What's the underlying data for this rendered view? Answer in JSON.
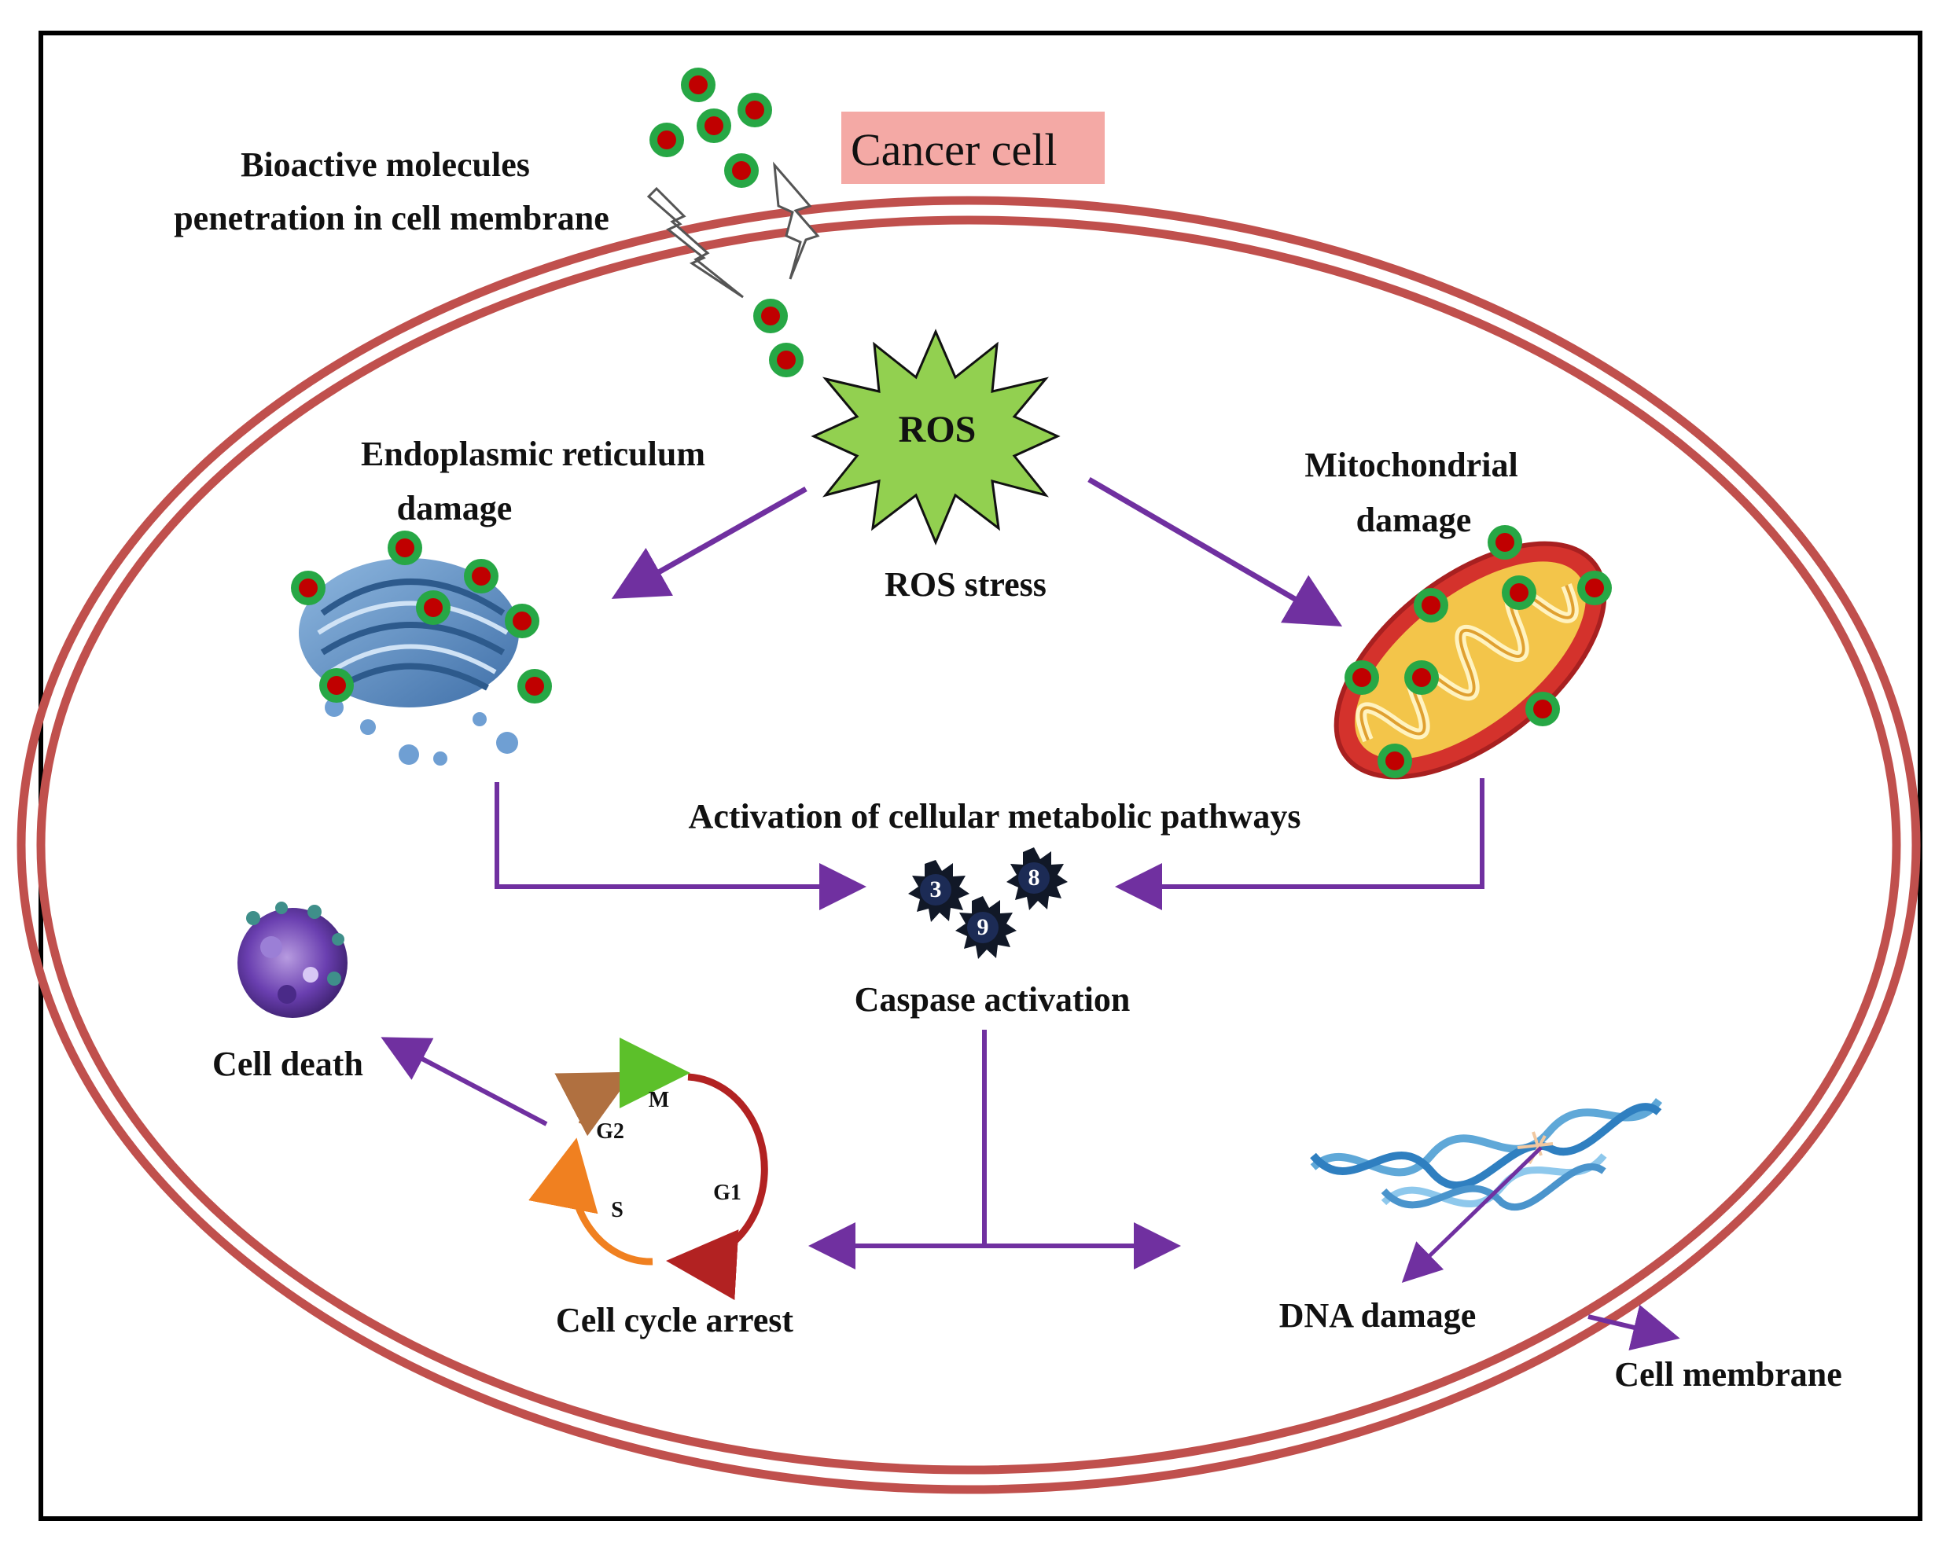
{
  "title": "Cancer cell",
  "labels": {
    "bioactive_line1": "Bioactive molecules",
    "bioactive_line2": "penetration in cell membrane",
    "ros": "ROS",
    "ros_stress": "ROS stress",
    "er_line1": "Endoplasmic reticulum",
    "er_line2": "damage",
    "mito_line1": "Mitochondrial",
    "mito_line2": "damage",
    "metabolic": "Activation of cellular metabolic pathways",
    "caspase_activation": "Caspase activation",
    "cell_death": "Cell death",
    "cell_cycle_arrest": "Cell cycle arrest",
    "dna_damage": "DNA damage",
    "cell_membrane": "Cell membrane"
  },
  "caspases": [
    "3",
    "8",
    "9"
  ],
  "cell_cycle_phases": [
    "M",
    "G1",
    "S",
    "G2"
  ],
  "colors": {
    "membrane": "#c0504d",
    "arrow": "#7030a0",
    "ros_star": "#92d050",
    "title_bg": "#f4a9a5",
    "molecule_outer": "#27a745",
    "molecule_inner": "#c00000"
  }
}
